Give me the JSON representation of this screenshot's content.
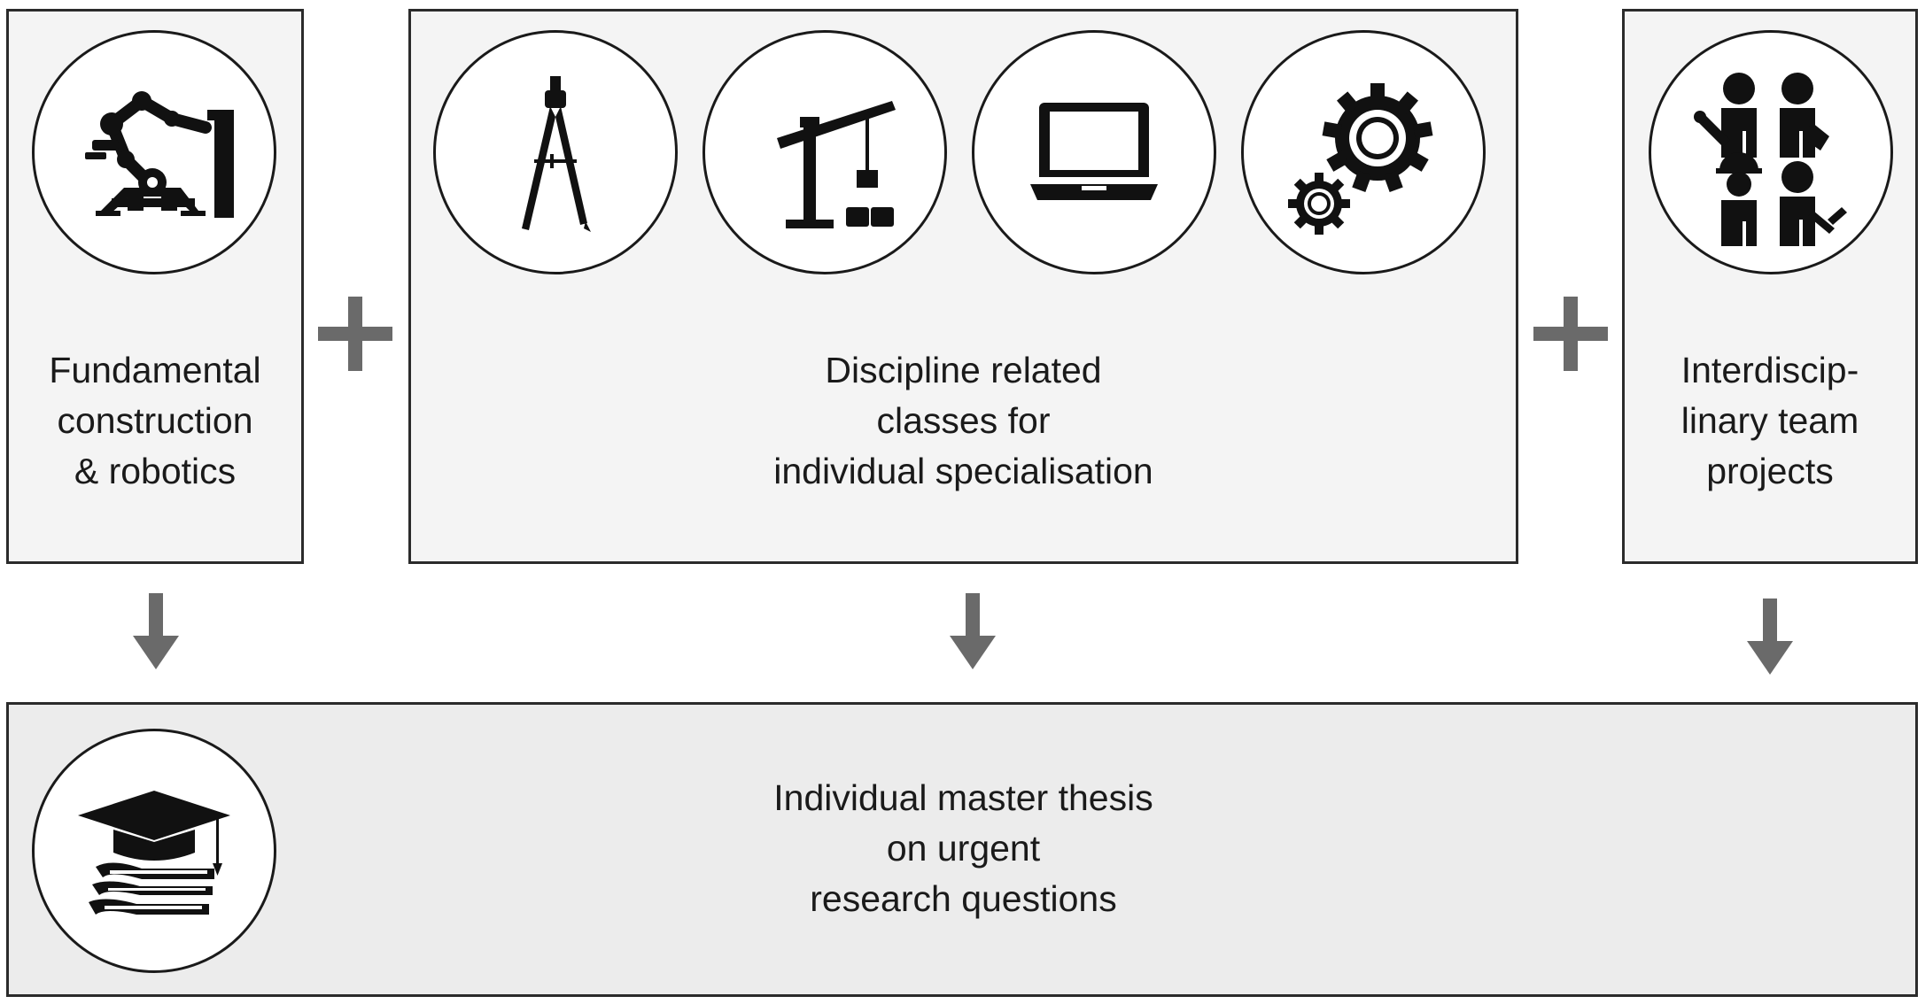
{
  "boxes": {
    "fundamental": {
      "lines": [
        "Fundamental",
        "construction",
        "& robotics"
      ],
      "icons": [
        "robotic-arm-icon"
      ]
    },
    "discipline": {
      "lines": [
        "Discipline related",
        "classes for",
        "individual specialisation"
      ],
      "icons": [
        "drafting-compass-icon",
        "construction-crane-icon",
        "laptop-icon",
        "gears-icon"
      ]
    },
    "team": {
      "lines": [
        "Interdiscip-",
        "linary team",
        "projects"
      ],
      "icons": [
        "team-people-icon"
      ]
    },
    "thesis": {
      "lines": [
        "Individual master thesis",
        "on urgent",
        "research questions"
      ],
      "icons": [
        "graduation-cap-books-icon"
      ]
    }
  },
  "connectors": {
    "plus_symbols": 2,
    "down_arrows": 3
  },
  "colors": {
    "box_fill": "#f4f4f4",
    "bottom_box_fill": "#ececec",
    "border": "#2b2b2b",
    "connector": "#6a6a6a",
    "icon": "#111111"
  }
}
